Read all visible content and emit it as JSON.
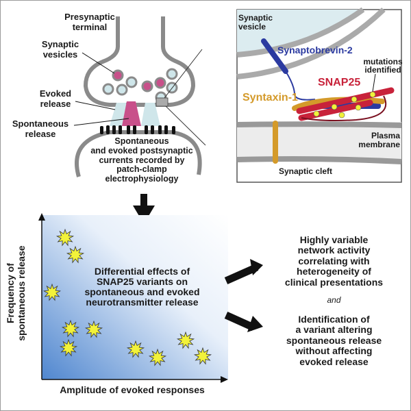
{
  "synapse": {
    "presynaptic_terminal": "Presynaptic\nterminal",
    "synaptic_vesicles": "Synaptic\nvesicles",
    "evoked_release": "Evoked\nrelease",
    "spontaneous_release": "Spontaneous\nrelease",
    "postsynaptic_caption": "Spontaneous\nand evoked postsynaptic\ncurrents recorded by\npatch-clamp\nelectrophysiology"
  },
  "inset": {
    "synaptic_vesicle": "Synaptic\nvesicle",
    "synaptobrevin": "Synaptobrevin-2",
    "mutations": "mutations\nidentified",
    "snap25": "SNAP25",
    "syntaxin": "Syntaxin-1",
    "plasma_membrane": "Plasma\nmembrane",
    "synaptic_cleft": "Synaptic cleft"
  },
  "plot": {
    "ylabel": "Frequency of\nspontaneous release",
    "xlabel": "Amplitude of evoked responses",
    "caption": "Differential effects of\nSNAP25 variants on\nspontaneous and evoked\nneurotransmitter release"
  },
  "outcomes": {
    "first": "Highly variable\nnetwork activity\ncorrelating with\nheterogeneity of\nclinical presentations",
    "conjunction": "and",
    "second": "Identification of\na variant altering\nspontaneous release\nwithout affecting\nevoked release"
  },
  "colors": {
    "synaptobrevin": "#2b3aa0",
    "snap25": "#c8223a",
    "syntaxin": "#d49a2a",
    "vesicle_pink": "#c8508a",
    "vesicle_blue": "#cfe6ea",
    "star": "#f2f23a"
  }
}
